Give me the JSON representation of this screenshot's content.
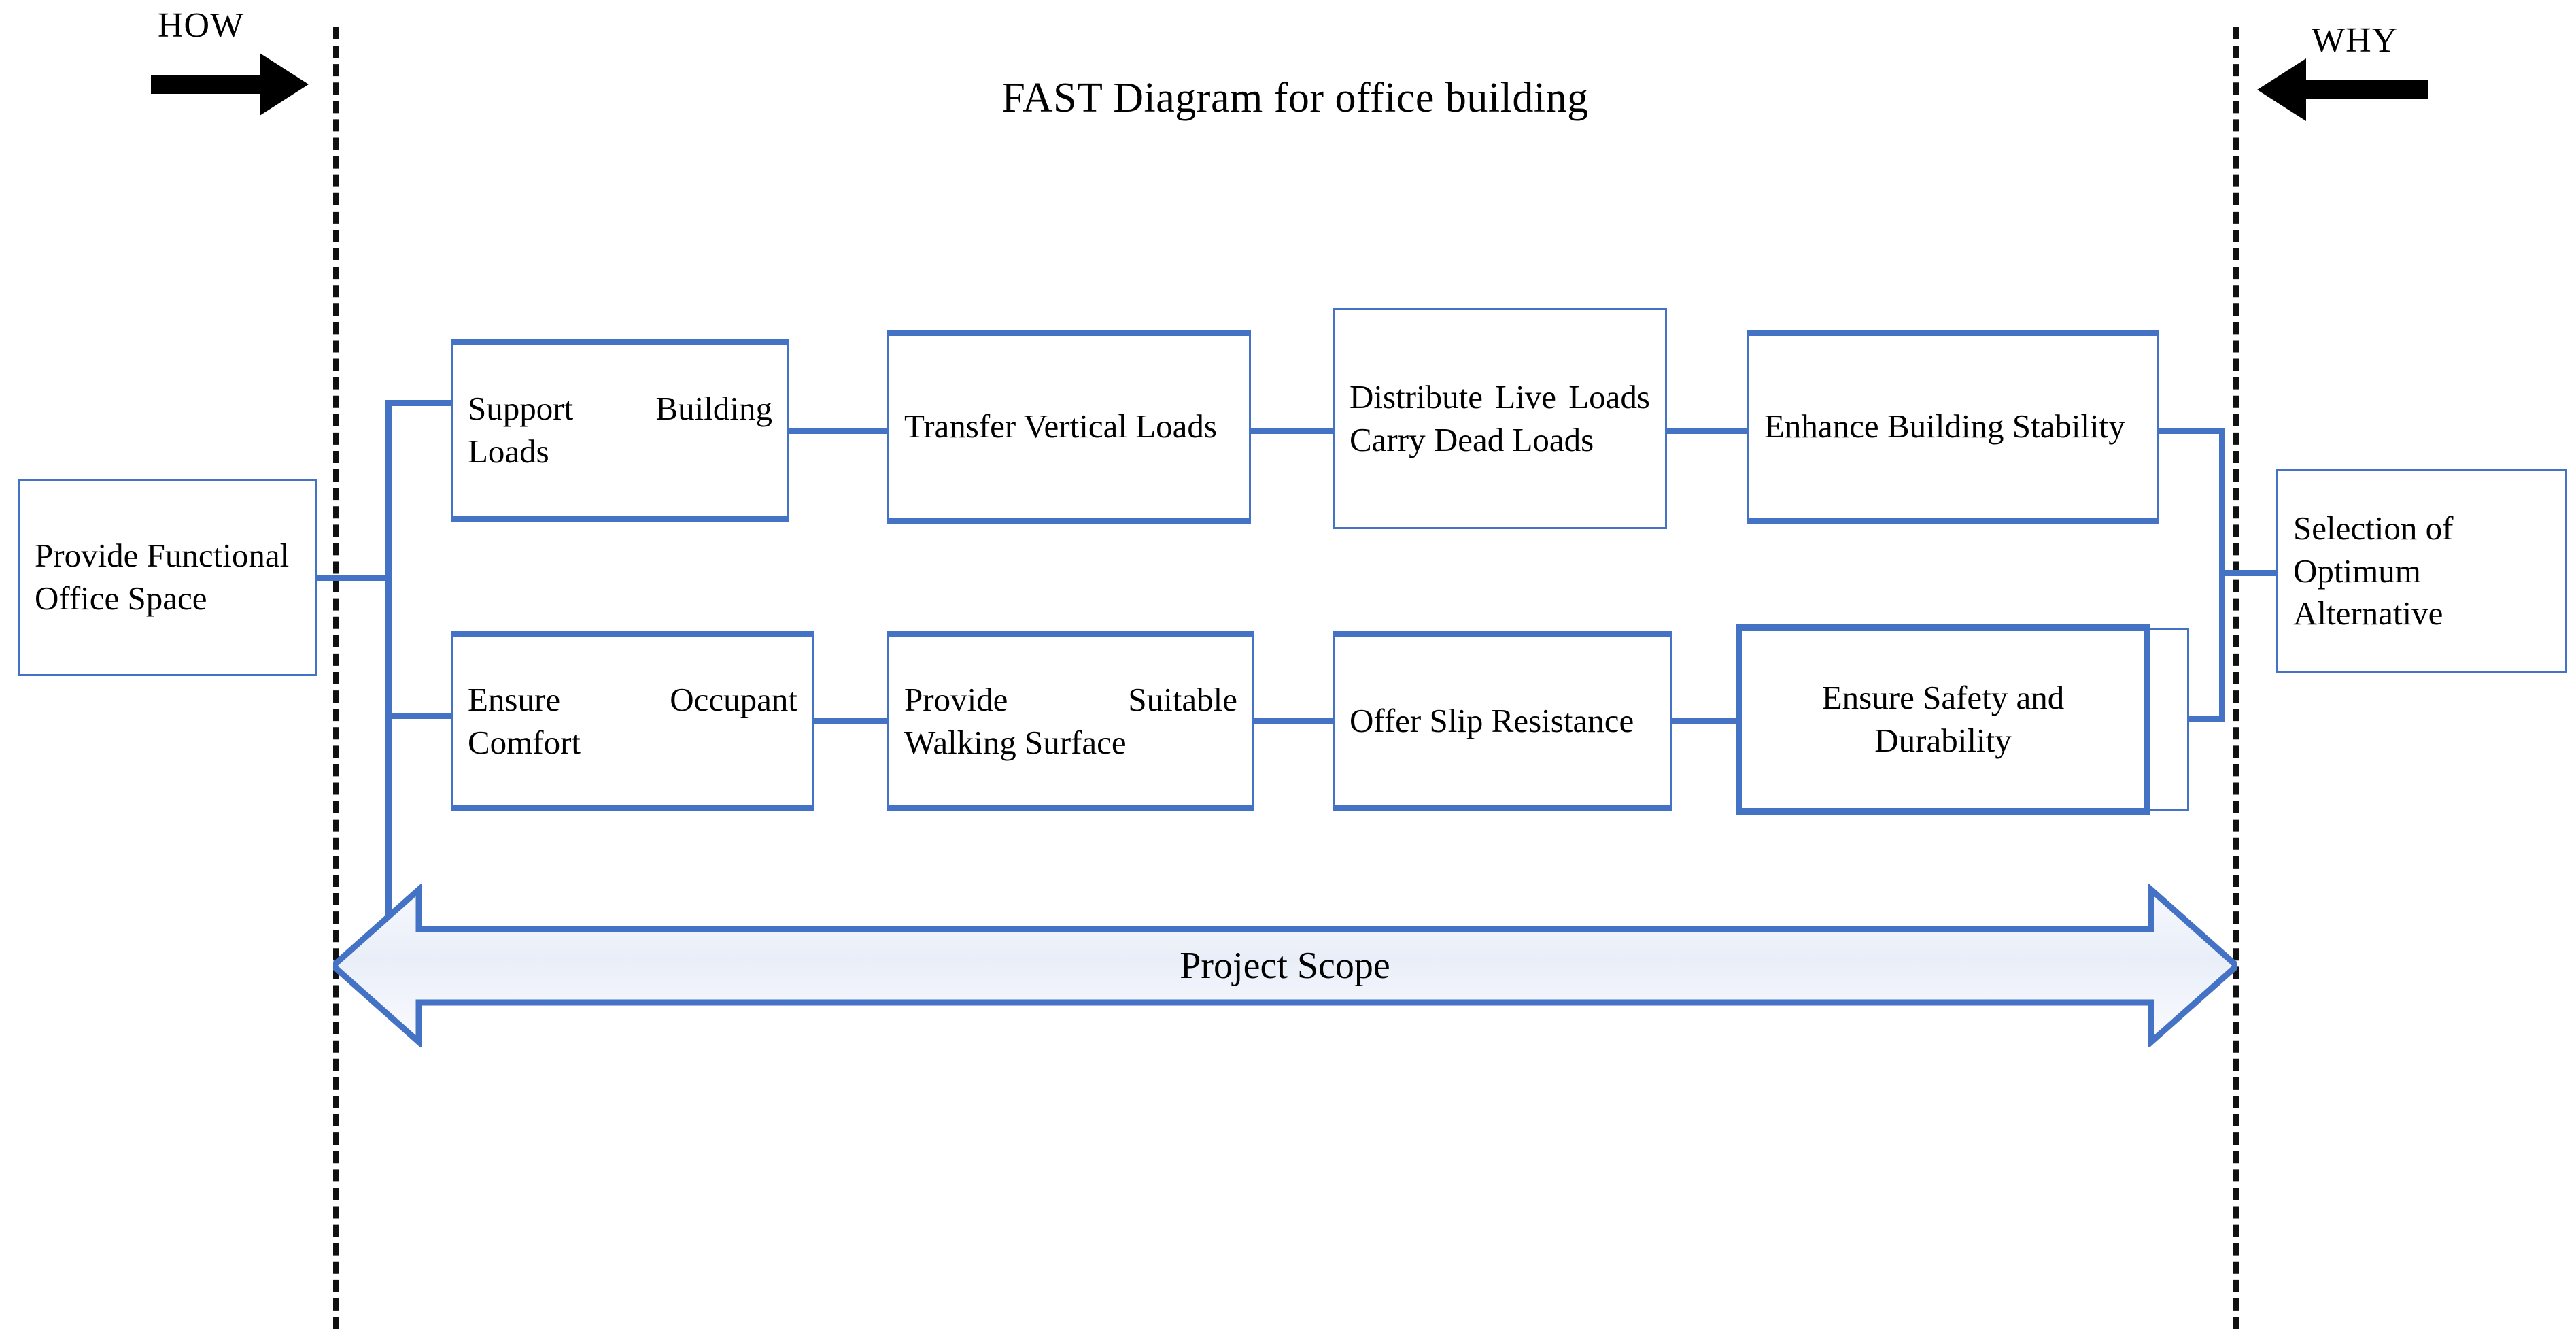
{
  "diagram": {
    "title": "FAST Diagram for office building",
    "direction_labels": {
      "left": "HOW",
      "right": "WHY"
    },
    "scope_label": "Project Scope",
    "colors": {
      "box_border": "#4472C4",
      "connector": "#4472C4",
      "scope_arrow_border": "#4472C4",
      "scope_arrow_fill": "#EEF2FA",
      "dashed_line": "#111111",
      "text": "#000000",
      "background": "#FFFFFF"
    },
    "basic_function": {
      "label": "Provide Functional Office Space"
    },
    "objective": {
      "label": "Selection of Optimum Alternative"
    },
    "rows": [
      {
        "name": "structural-path",
        "boxes": [
          {
            "label": "Support Building Loads",
            "emphasis": false
          },
          {
            "label": "Transfer Vertical Loads",
            "emphasis": false
          },
          {
            "label": "Distribute Live Loads Carry Dead Loads",
            "emphasis": false
          },
          {
            "label": "Enhance Building Stability",
            "emphasis": false
          }
        ]
      },
      {
        "name": "occupant-path",
        "boxes": [
          {
            "label": "Ensure Occupant Comfort",
            "emphasis": false
          },
          {
            "label": "Provide Suitable Walking Surface",
            "emphasis": false
          },
          {
            "label": "Offer Slip Resistance",
            "emphasis": false
          },
          {
            "label": "Ensure Safety and Durability",
            "emphasis": true
          }
        ]
      }
    ]
  }
}
